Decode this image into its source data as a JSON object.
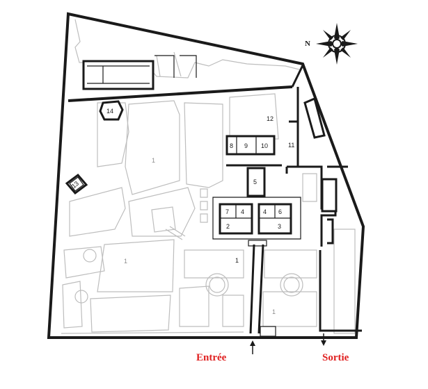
{
  "compass": {
    "north_label": "N"
  },
  "labels": {
    "entrance": "Entrée",
    "exit": "Sortie"
  },
  "zones": {
    "z1a": "1",
    "z1b": "1",
    "z1c": "1",
    "z1d": "1",
    "z2": "2",
    "z3": "3",
    "z4a": "4",
    "z4b": "4",
    "z5": "5",
    "z6": "6",
    "z7": "7",
    "z8": "8",
    "z9": "9",
    "z10": "10",
    "z11": "11",
    "z12": "12",
    "z13": "13",
    "z14": "14"
  },
  "colors": {
    "accent": "#e02020",
    "walls": "#1a1a1a",
    "paths": "#bdbdbd"
  }
}
